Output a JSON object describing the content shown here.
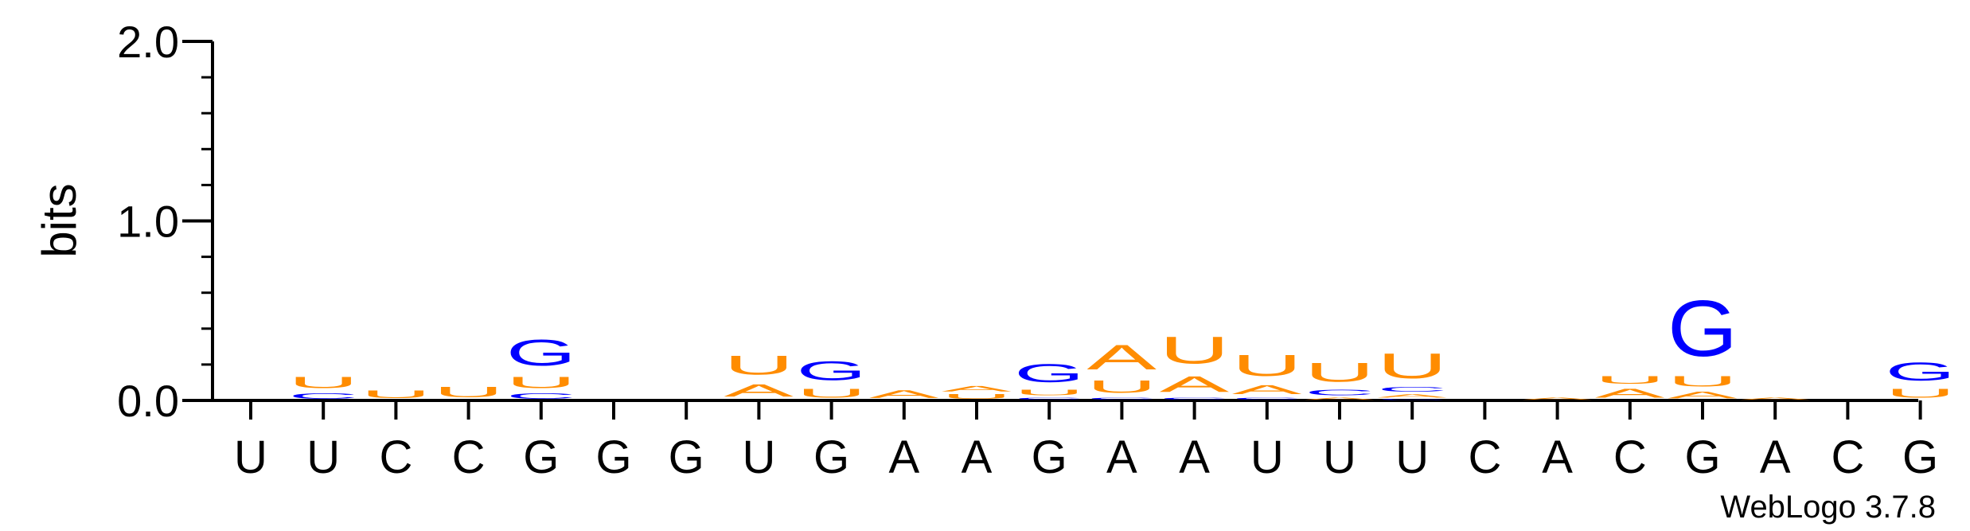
{
  "chart_data": {
    "type": "sequence-logo",
    "ylabel": "bits",
    "ylim": [
      0,
      2.0
    ],
    "yticks": [
      {
        "value": 0.0,
        "label": "0.0"
      },
      {
        "value": 1.0,
        "label": "1.0"
      },
      {
        "value": 2.0,
        "label": "2.0"
      }
    ],
    "x_tick_labels": [
      "U",
      "U",
      "C",
      "C",
      "G",
      "G",
      "G",
      "U",
      "G",
      "A",
      "A",
      "G",
      "A",
      "A",
      "U",
      "U",
      "U",
      "C",
      "A",
      "C",
      "G",
      "A",
      "C",
      "G"
    ],
    "colors": {
      "A": "#FF8C00",
      "U": "#FF8C00",
      "C": "#0000FF",
      "G": "#0000FF"
    },
    "positions": [
      [],
      [
        {
          "letter": "C",
          "bits": 0.05
        },
        {
          "letter": "U",
          "bits": 0.1
        }
      ],
      [
        {
          "letter": "U",
          "bits": 0.07
        }
      ],
      [
        {
          "letter": "U",
          "bits": 0.09
        }
      ],
      [
        {
          "letter": "C",
          "bits": 0.05
        },
        {
          "letter": "U",
          "bits": 0.1
        },
        {
          "letter": "G",
          "bits": 0.23
        }
      ],
      [],
      [],
      [
        {
          "letter": "A",
          "bits": 0.11
        },
        {
          "letter": "U",
          "bits": 0.17
        }
      ],
      [
        {
          "letter": "U",
          "bits": 0.08
        },
        {
          "letter": "G",
          "bits": 0.17
        }
      ],
      [
        {
          "letter": "A",
          "bits": 0.07
        }
      ],
      [
        {
          "letter": "U",
          "bits": 0.04
        },
        {
          "letter": "A",
          "bits": 0.05
        }
      ],
      [
        {
          "letter": "C",
          "bits": 0.02
        },
        {
          "letter": "U",
          "bits": 0.05
        },
        {
          "letter": "G",
          "bits": 0.16
        }
      ],
      [
        {
          "letter": "C",
          "bits": 0.02
        },
        {
          "letter": "U",
          "bits": 0.11
        },
        {
          "letter": "A",
          "bits": 0.22
        }
      ],
      [
        {
          "letter": "C",
          "bits": 0.02
        },
        {
          "letter": "A",
          "bits": 0.14
        },
        {
          "letter": "U",
          "bits": 0.24
        }
      ],
      [
        {
          "letter": "C",
          "bits": 0.02
        },
        {
          "letter": "A",
          "bits": 0.08
        },
        {
          "letter": "U",
          "bits": 0.19
        }
      ],
      [
        {
          "letter": "A",
          "bits": 0.02
        },
        {
          "letter": "C",
          "bits": 0.05
        },
        {
          "letter": "U",
          "bits": 0.17
        }
      ],
      [
        {
          "letter": "C",
          "bits": 0.01
        },
        {
          "letter": "A",
          "bits": 0.03
        },
        {
          "letter": "C",
          "bits": 0.04
        },
        {
          "letter": "U",
          "bits": 0.22
        }
      ],
      [],
      [
        {
          "letter": "A",
          "bits": 0.02
        }
      ],
      [
        {
          "letter": "A",
          "bits": 0.08
        },
        {
          "letter": "U",
          "bits": 0.07
        }
      ],
      [
        {
          "letter": "A",
          "bits": 0.06
        },
        {
          "letter": "U",
          "bits": 0.09
        },
        {
          "letter": "G",
          "bits": 0.5
        }
      ],
      [
        {
          "letter": "A",
          "bits": 0.02
        }
      ],
      [],
      [
        {
          "letter": "U",
          "bits": 0.08
        },
        {
          "letter": "G",
          "bits": 0.16
        }
      ]
    ]
  },
  "footer": {
    "credit": "WebLogo 3.7.8"
  }
}
